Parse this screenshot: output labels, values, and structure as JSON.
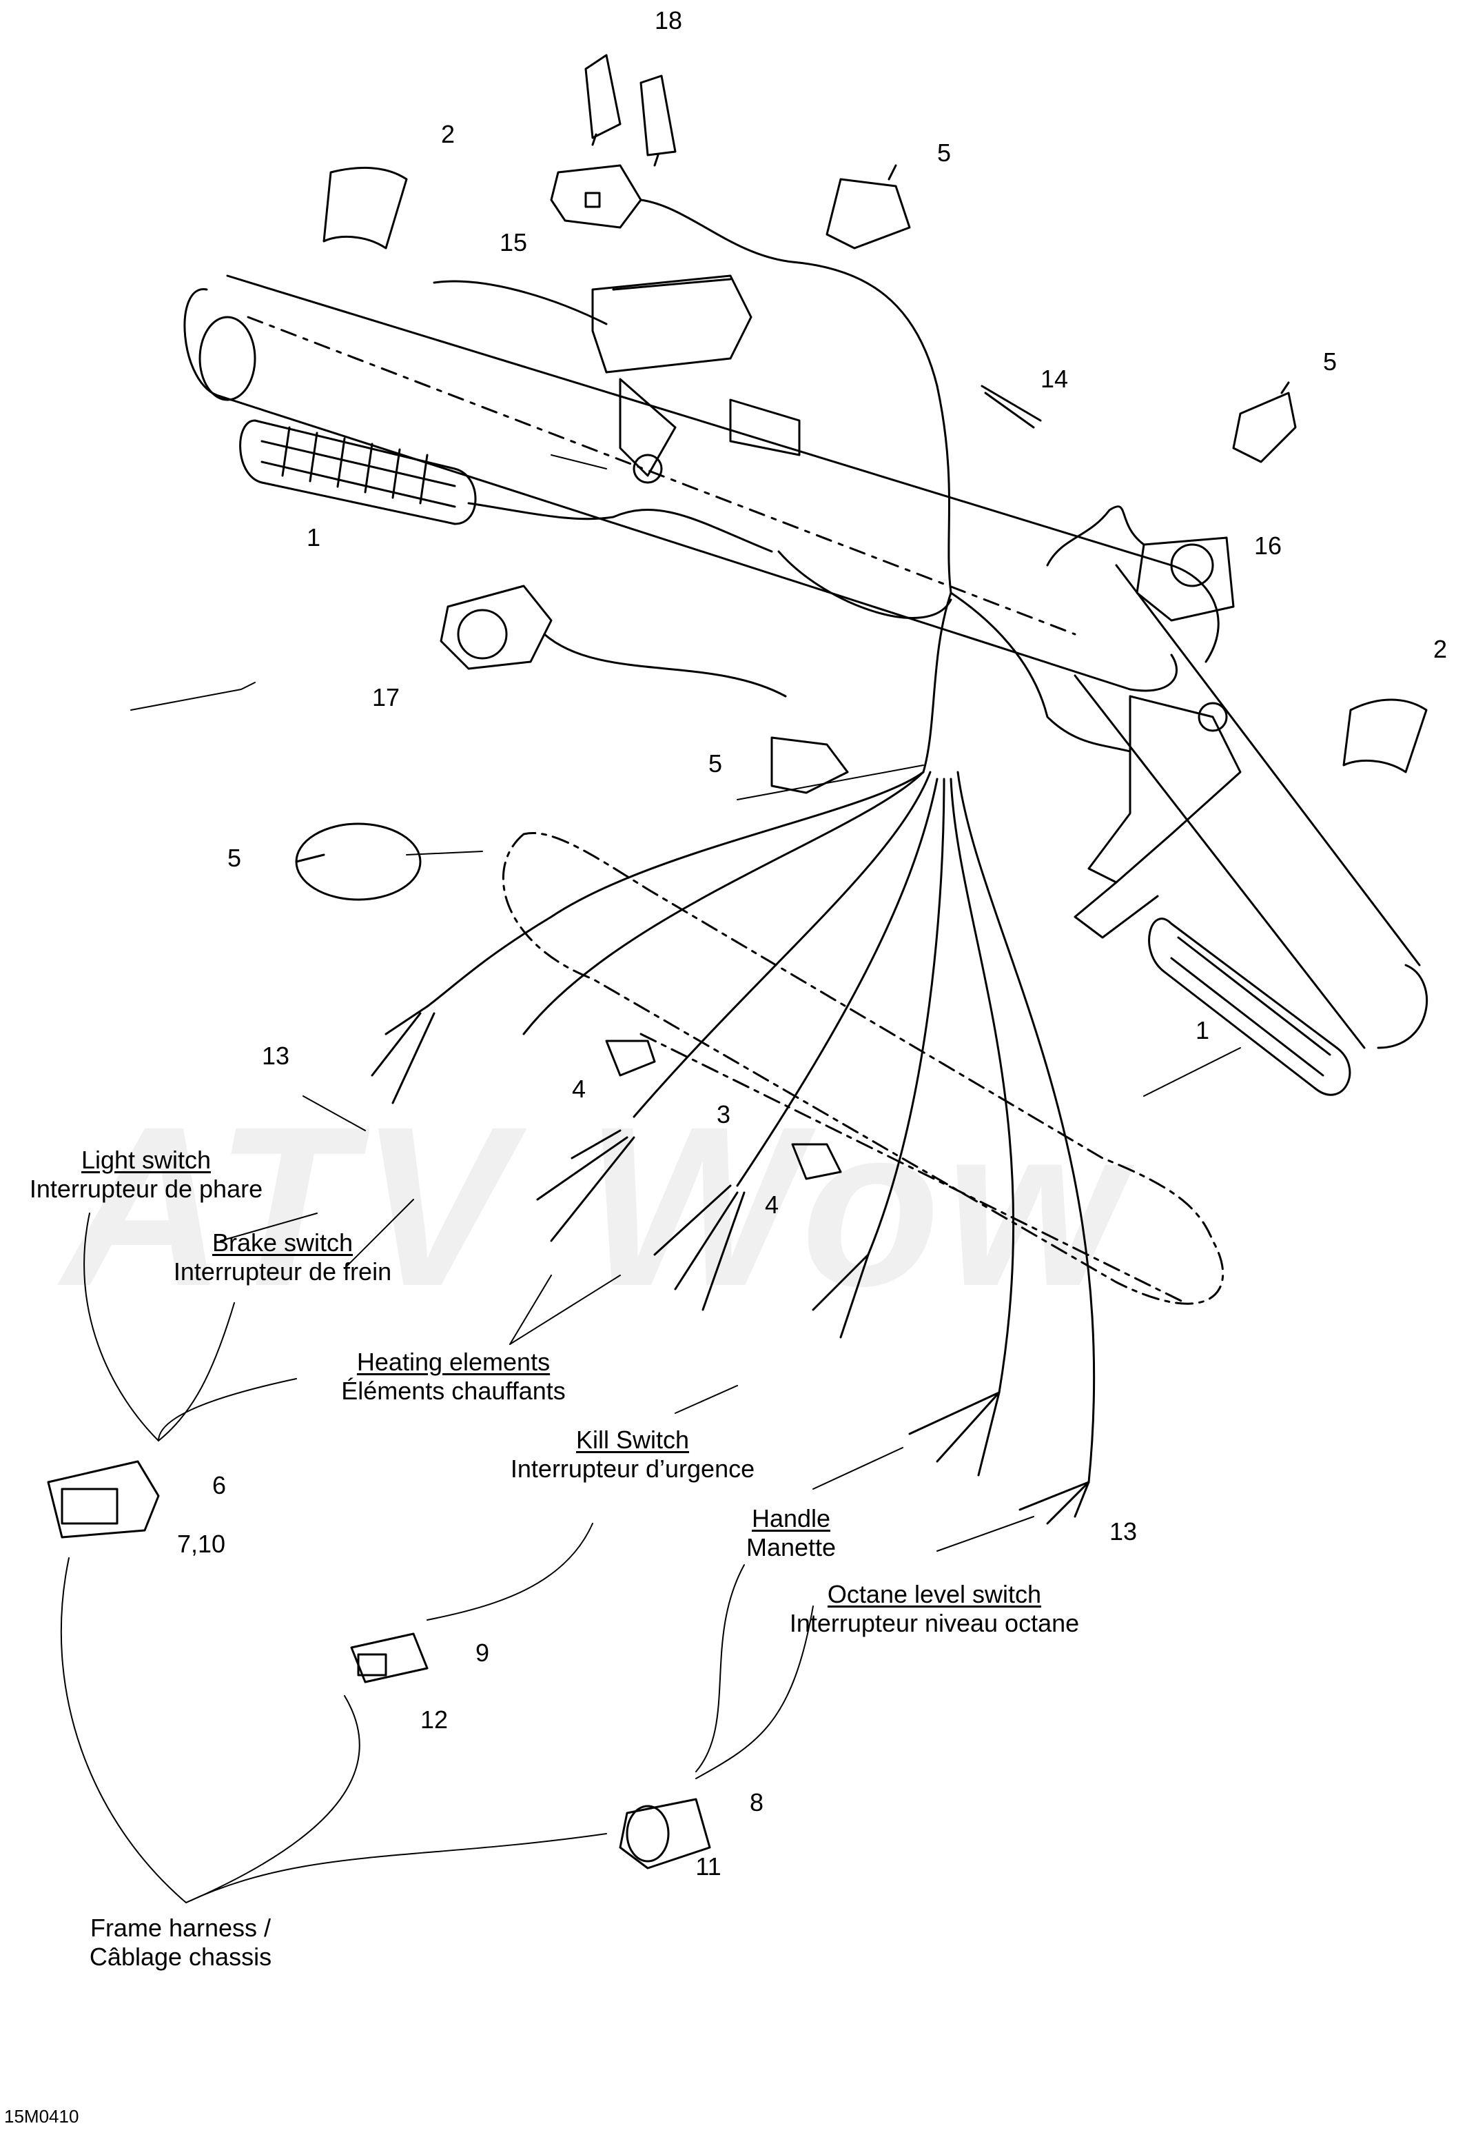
{
  "diagram_code": "15M0410",
  "watermark": "ATV Wow",
  "callouts": [
    "1",
    "1",
    "2",
    "2",
    "3",
    "4",
    "4",
    "5",
    "5",
    "5",
    "5",
    "6",
    "7,10",
    "8",
    "9",
    "11",
    "12",
    "13",
    "13",
    "14",
    "15",
    "16",
    "17",
    "18"
  ],
  "captions": {
    "light_switch": {
      "en": "Light switch",
      "fr": "Interrupteur de phare"
    },
    "brake_switch": {
      "en": "Brake switch",
      "fr": "Interrupteur de frein"
    },
    "heating_elements": {
      "en": "Heating elements",
      "fr": "Éléments chauffants"
    },
    "kill_switch": {
      "en": "Kill Switch",
      "fr": "Interrupteur d’urgence"
    },
    "handle": {
      "en": "Handle",
      "fr": "Manette"
    },
    "octane_level_switch": {
      "en": "Octane level switch",
      "fr": "Interrupteur niveau octane"
    },
    "frame_harness": {
      "en": "Frame harness /",
      "fr": "Câblage chassis"
    }
  },
  "colors": {
    "line": "#000000",
    "background": "#ffffff",
    "watermark": "#efefef"
  }
}
